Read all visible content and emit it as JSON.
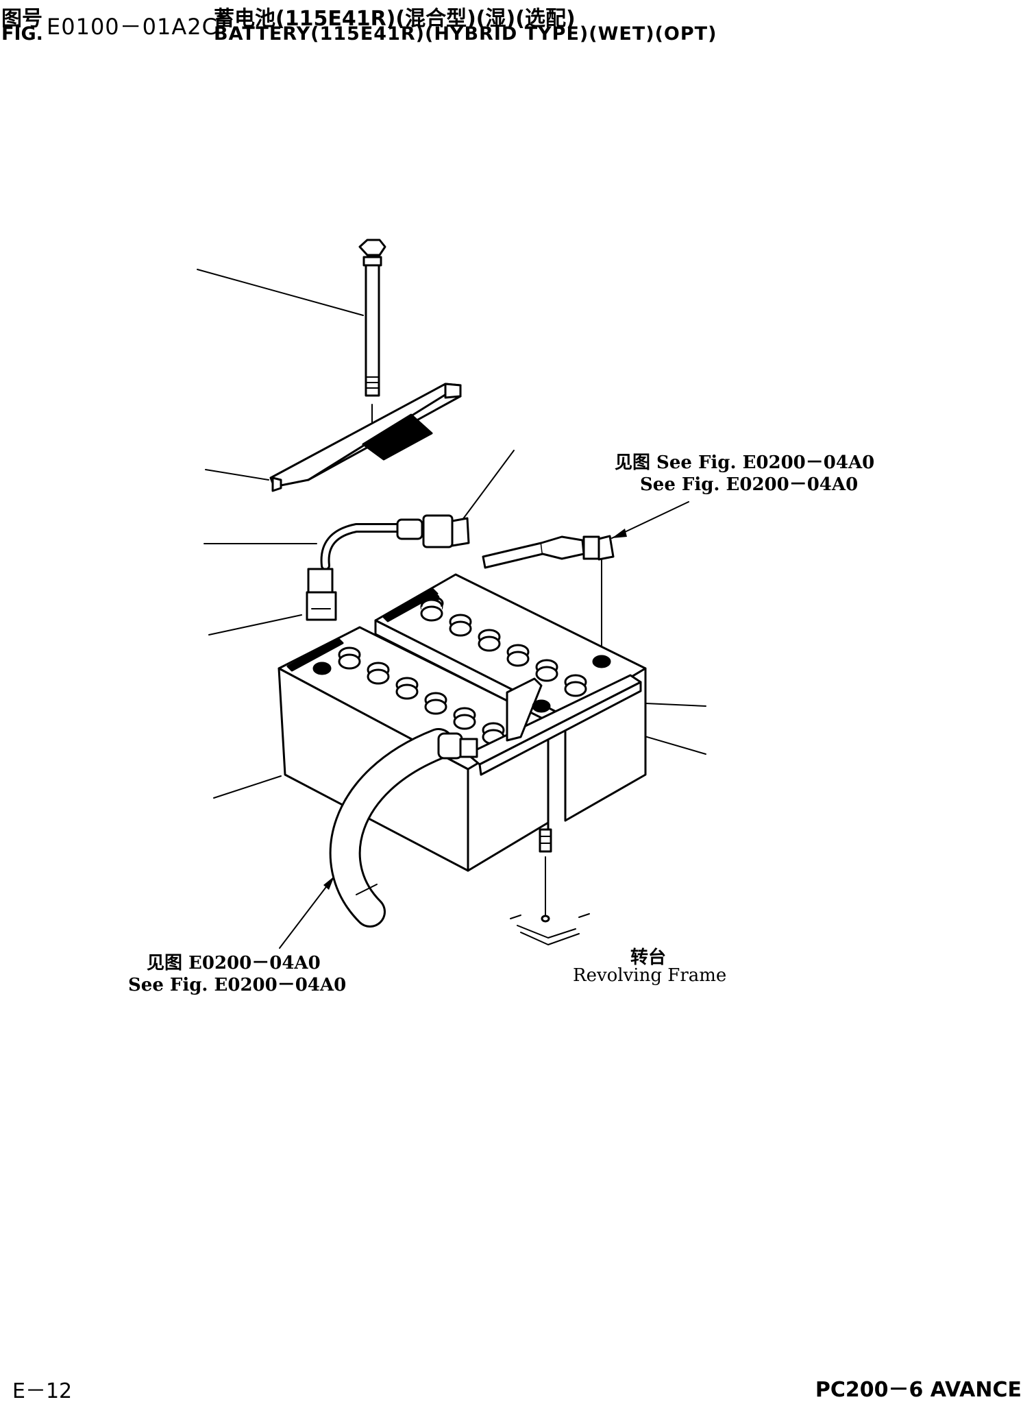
{
  "header": {
    "fig_label_cn": "图号",
    "fig_label_en": "FIG.",
    "fig_code": "E0100－01A2C",
    "title_cn": "蓄电池(115E41R)(混合型)(湿)(选配)",
    "title_en": "BATTERY(115E41R)(HYBRID TYPE)(WET)(OPT)"
  },
  "callouts": {
    "right_ref_cn": "见图 See Fig. E0200－04A0",
    "right_ref_en": "See Fig. E0200－04A0",
    "bottom_ref_cn": "见图 E0200－04A0",
    "bottom_ref_en": "See Fig. E0200－04A0",
    "frame_cn": "转台",
    "frame_en": "Revolving Frame"
  },
  "footer": {
    "page": "E－12",
    "model": "PC200－6 AVANCE"
  },
  "colors": {
    "ink": "#000000",
    "paper": "#ffffff"
  }
}
